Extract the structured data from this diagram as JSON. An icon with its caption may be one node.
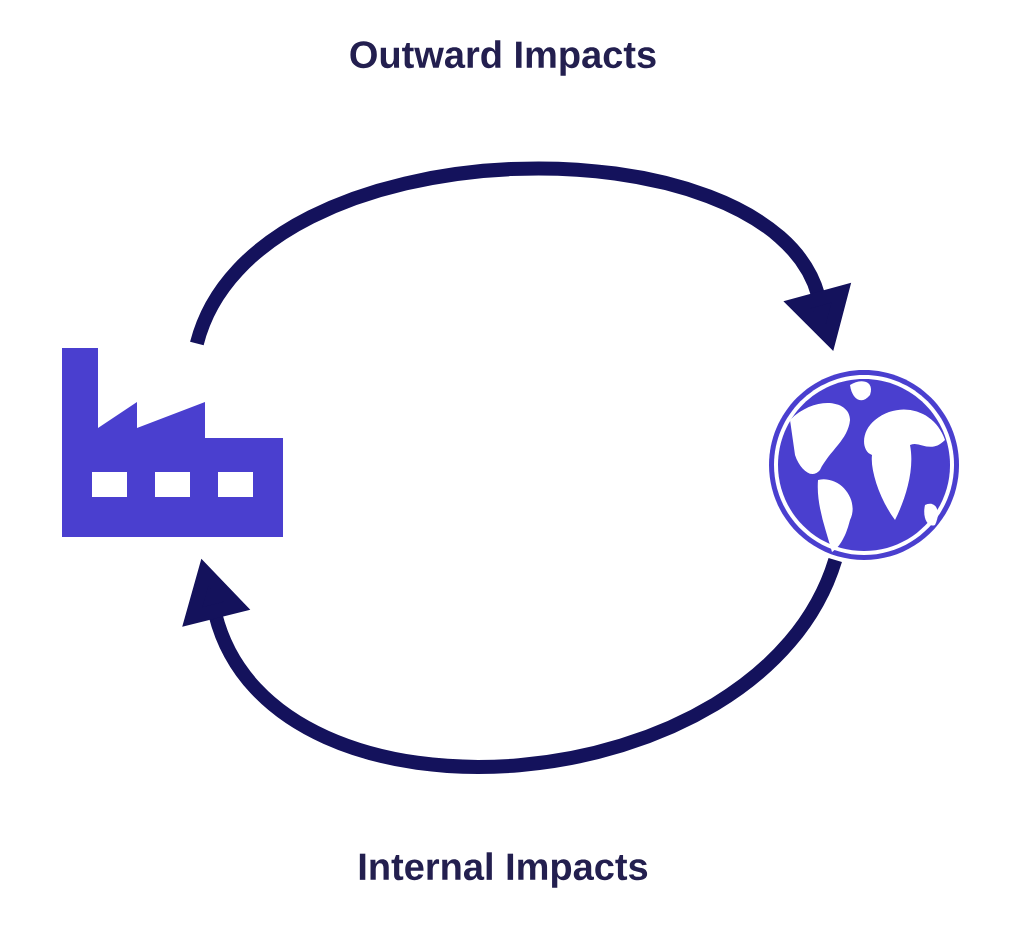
{
  "diagram": {
    "nodes": [
      {
        "text": [],
        "shape": "factory"
      },
      {
        "text": [],
        "shape": "globe"
      }
    ],
    "edges": [
      {
        "from": 0,
        "to": 1,
        "arrow": "to",
        "label": "Outward Impacts"
      },
      {
        "from": 1,
        "to": 0,
        "arrow": "to",
        "label": "Internal Impacts"
      }
    ]
  }
}
